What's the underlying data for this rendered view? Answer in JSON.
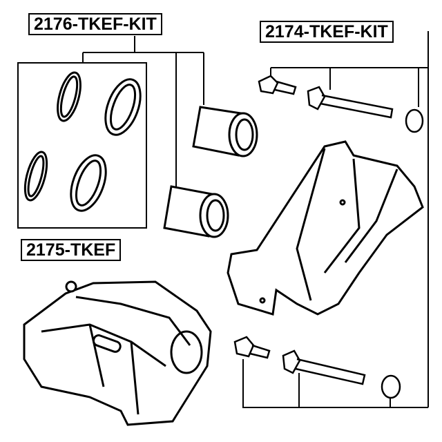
{
  "labels": {
    "caliper_seal_kit": "2176-TKEF-KIT",
    "guide_pin_kit": "2174-TKEF-KIT",
    "seal_kit": "2175-TKEF"
  },
  "colors": {
    "line": "#000000",
    "background": "#ffffff",
    "part_fill": "#ffffff"
  }
}
